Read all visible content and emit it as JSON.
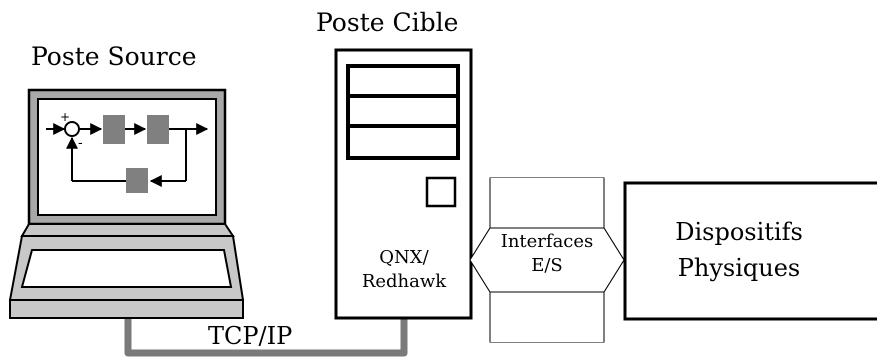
{
  "labels": {
    "source_station": "Poste Source",
    "target_station": "Poste Cible",
    "os": [
      "QNX/",
      "Redhawk"
    ],
    "interfaces": [
      "Interfaces",
      "E/S"
    ],
    "devices": [
      "Dispositifs",
      "Physiques"
    ],
    "network": "TCP/IP"
  },
  "colors": {
    "line": "#000000",
    "cable": "#7a7a7a",
    "block": "#808080",
    "screen_frame": "#a8a8a8",
    "keyboard_gray": "#c8c8c8"
  },
  "icons": [
    "laptop-icon",
    "tower-pc-icon",
    "double-arrow-icon",
    "device-box",
    "cable"
  ]
}
